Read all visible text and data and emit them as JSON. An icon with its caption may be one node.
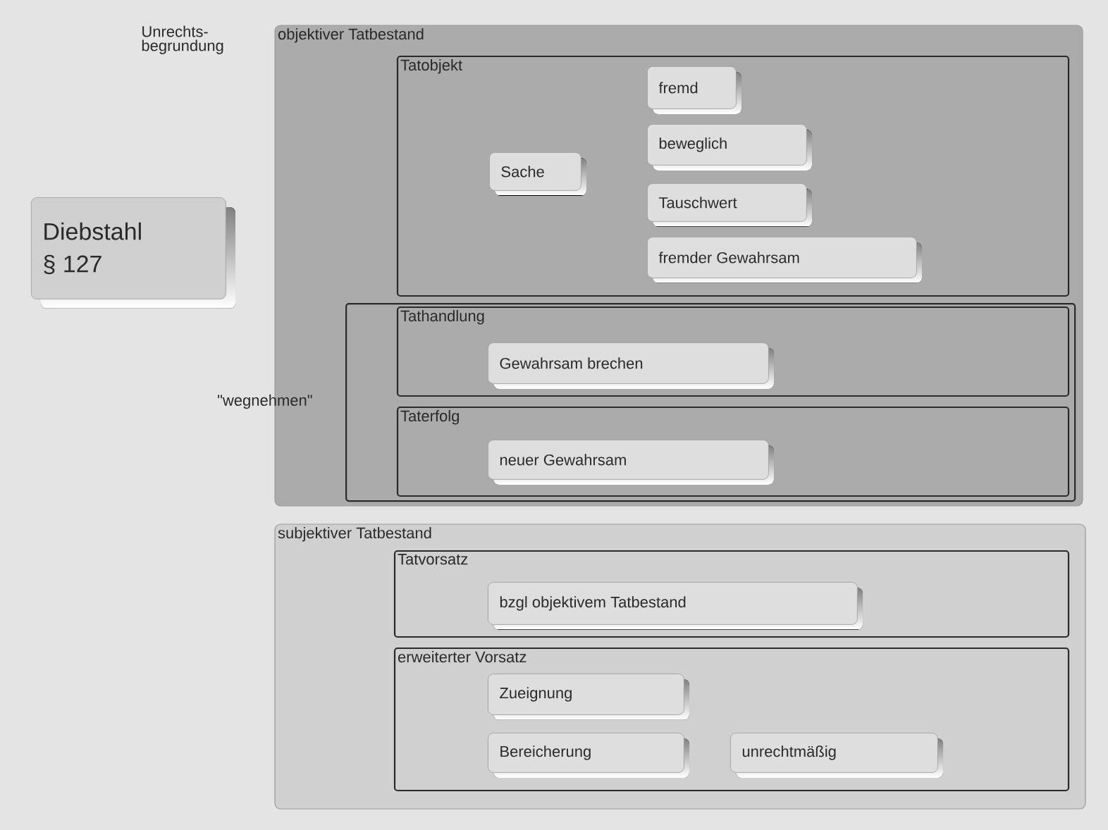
{
  "diagram": {
    "nodes": [
      {
        "text": [
          "Diebstahl",
          "§ 127"
        ]
      },
      {
        "text": [
          "objektiver Tatbestand"
        ]
      },
      {
        "text": [
          "Tatobjekt"
        ],
        "in": 1
      },
      {
        "text": [
          "Sache"
        ],
        "in": 2
      },
      {
        "text": [
          "fremd"
        ],
        "in": 2
      },
      {
        "text": [
          "beweglich"
        ],
        "in": 2
      },
      {
        "text": [
          "Tauschwert"
        ],
        "in": 2
      },
      {
        "text": [
          "fremder Gewahrsam"
        ],
        "in": 2
      },
      {
        "text": [
          "\"wegnehmen\""
        ],
        "in": 1
      },
      {
        "text": [
          "Tathandlung"
        ],
        "in": 8
      },
      {
        "text": [
          "Gewahrsam brechen"
        ],
        "in": 9
      },
      {
        "text": [
          "Taterfolg"
        ],
        "in": 8
      },
      {
        "text": [
          "neuer Gewahrsam"
        ],
        "in": 11
      },
      {
        "text": [
          "subjektiver Tatbestand"
        ]
      },
      {
        "text": [
          "Tatvorsatz"
        ],
        "in": 13
      },
      {
        "text": [
          "bzgl objektivem Tatbestand"
        ],
        "in": 14
      },
      {
        "text": [
          "erweiterter Vorsatz"
        ],
        "in": 13
      },
      {
        "text": [
          "Zueignung"
        ],
        "in": 16
      },
      {
        "text": [
          "Bereicherung"
        ],
        "in": 16
      },
      {
        "text": [
          "unrechtmäßig"
        ],
        "in": 16
      }
    ],
    "labels": [
      "Unrechts- begrundung"
    ]
  }
}
